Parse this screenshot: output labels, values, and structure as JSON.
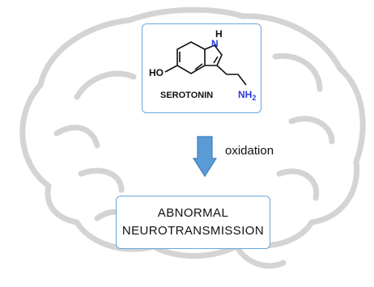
{
  "molecule": {
    "name": "SEROTONIN",
    "hydroxyl_label": "HO",
    "indole_nh_label": "H",
    "indole_n_label": "N",
    "amine_label": "NH",
    "amine_subscript": "2"
  },
  "process": {
    "label": "oxidation"
  },
  "result": {
    "line1": "ABNORMAL",
    "line2": "NEUROTRANSMISSION"
  },
  "colors": {
    "box_border": "#6aa7dc",
    "arrow_fill": "#5b9bd5",
    "arrow_stroke": "#3f7fbd",
    "brain_outline": "#d4d4d4",
    "oxygen": "#e02020",
    "nitrogen": "#2a3bd8"
  }
}
